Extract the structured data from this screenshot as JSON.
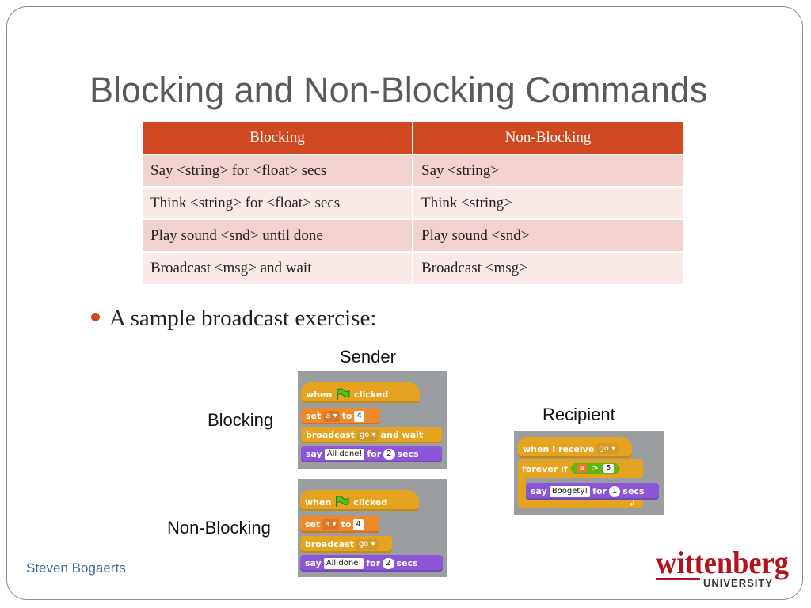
{
  "slide": {
    "title": "Blocking and Non-Blocking Commands",
    "bullet": "A sample broadcast exercise:",
    "footer": "Steven Bogaerts",
    "accent_color": "#d0481f"
  },
  "table": {
    "headers": [
      "Blocking",
      "Non-Blocking"
    ],
    "rows": [
      [
        "Say <string> for <float> secs",
        "Say <string>"
      ],
      [
        "Think <string> for <float> secs",
        "Think <string>"
      ],
      [
        "Play sound <snd> until done",
        "Play sound <snd>"
      ],
      [
        "Broadcast <msg> and wait",
        "Broadcast <msg>"
      ]
    ]
  },
  "labels": {
    "sender": "Sender",
    "recipient": "Recipient",
    "blocking": "Blocking",
    "non_blocking": "Non-Blocking"
  },
  "scripts": {
    "blocking": {
      "hat_when": "when",
      "hat_clicked": "clicked",
      "set": "set",
      "set_var": "a",
      "set_to": "to",
      "set_val": "4",
      "broadcast": "broadcast",
      "broadcast_msg": "go",
      "broadcast_wait": "and wait",
      "say": "say",
      "say_text": "All done!",
      "say_for": "for",
      "say_num": "2",
      "say_secs": "secs"
    },
    "non_blocking": {
      "hat_when": "when",
      "hat_clicked": "clicked",
      "set": "set",
      "set_var": "a",
      "set_to": "to",
      "set_val": "4",
      "broadcast": "broadcast",
      "broadcast_msg": "go",
      "say": "say",
      "say_text": "All done!",
      "say_for": "for",
      "say_num": "2",
      "say_secs": "secs"
    },
    "recipient": {
      "hat": "when I receive",
      "hat_msg": "go",
      "forever_if": "forever if",
      "cond_var": "a",
      "cond_op": ">",
      "cond_val": "5",
      "say": "say",
      "say_text": "Boogety!",
      "say_for": "for",
      "say_num": "1",
      "say_secs": "secs"
    }
  },
  "logo": {
    "name": "wittenberg",
    "sub": "UNIVERSITY"
  }
}
